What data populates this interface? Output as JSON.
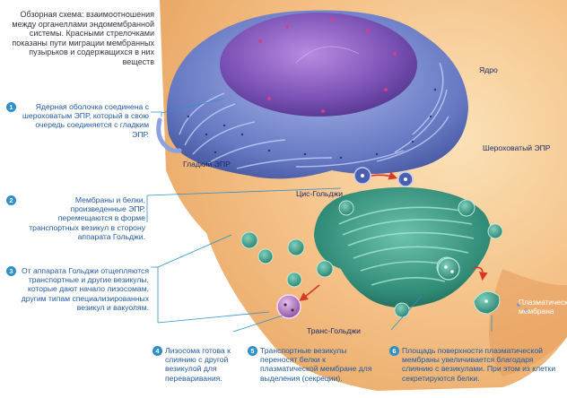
{
  "intro": "Обзорная схема: взаимоотношения между органеллами эндомембранной системы. Красными стрелочками показаны пути миграции мембранных пузырьков и содержащихся в них веществ",
  "labels": {
    "nucleus": "Ядро",
    "rough_er": "Шероховатый ЭПР",
    "smooth_er": "Гладкий ЭПР",
    "cis_golgi": "Цис-Гольджи",
    "trans_golgi": "Транс-Гольджи",
    "plasma_membrane": "Плазматическая мембрана"
  },
  "steps": [
    {
      "num": "1",
      "text": "Ядерная оболочка соединена с шероховатым ЭПР, который в свою очередь соединяется с гладким ЭПР."
    },
    {
      "num": "2",
      "text": "Мембраны и белки, произведенные ЭПР, перемещаются в форме транспортных везикул в сторону аппарата Гольджи."
    },
    {
      "num": "3",
      "text": "От аппарата Гольджи отщепляются транспортные и другие везикулы, которые дают начало лизосомам, другим типам специализированных везикул и вакуолям."
    },
    {
      "num": "4",
      "text": "Лизосома готова к слиянию с другой везикулой для переваривания."
    },
    {
      "num": "5",
      "text": "Транспортные везикулы переносят белки к плазматической мембране для выделения (секреции)."
    },
    {
      "num": "6",
      "text": "Площадь поверхности плазматической мембраны увеличивается благодаря слиянию с везикулами. При этом из клетки секретируются белки."
    }
  ],
  "colors": {
    "arrow": "#d8372a",
    "nucleus": "#7d4fb3",
    "er": "#6f82c8",
    "golgi": "#2d8a78",
    "cell_bg": "#f6c98f"
  }
}
